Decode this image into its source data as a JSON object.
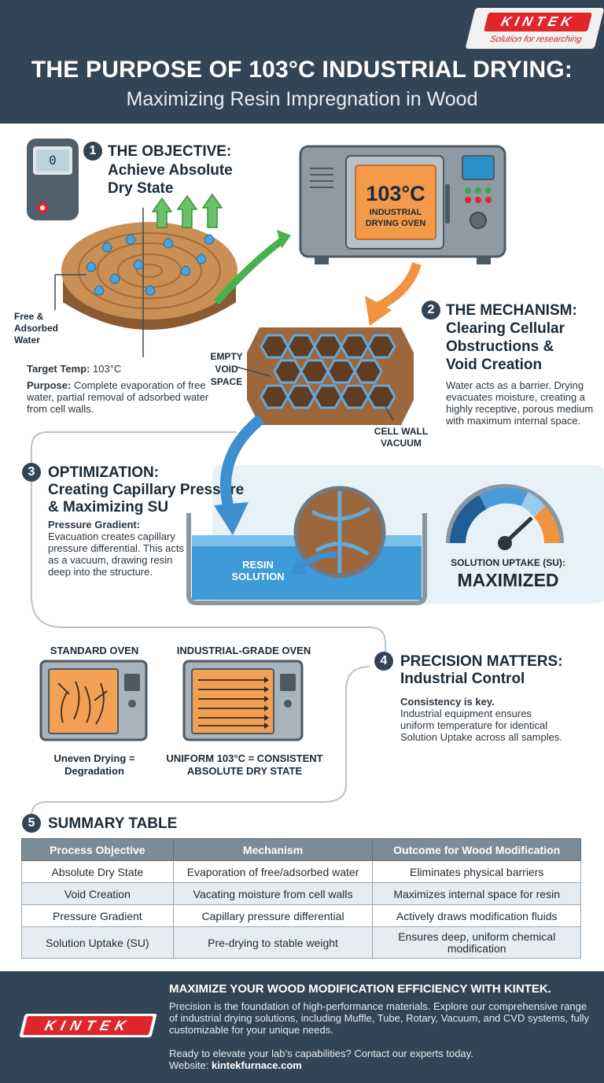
{
  "brand": {
    "logo_text": "KINTEK",
    "tagline": "Solution for researching",
    "red": "#e0262a",
    "navy": "#324556"
  },
  "header": {
    "title": "THE PURPOSE OF 103°C INDUSTRIAL DRYING:",
    "subtitle": "Maximizing Resin Impregnation in Wood"
  },
  "section1": {
    "number": "1",
    "title_line1": "THE OBJECTIVE:",
    "title_line2": "Achieve Absolute",
    "title_line3": "Dry State",
    "meter_display": "0",
    "wood_label_line1": "Free &",
    "wood_label_line2": "Adsorbed",
    "wood_label_line3": "Water",
    "target_label": "Target Temp:",
    "target_value": "103°C",
    "purpose_label": "Purpose:",
    "purpose_text": "Complete evaporation of free water, partial removal of adsorbed water from cell walls."
  },
  "oven": {
    "temp": "103°C",
    "label_line1": "INDUSTRIAL",
    "label_line2": "DRYING OVEN"
  },
  "section2": {
    "number": "2",
    "title_line1": "THE MECHANISM:",
    "title_line2": "Clearing Cellular",
    "title_line3": "Obstructions &",
    "title_line4": "Void Creation",
    "body": "Water acts as a barrier. Drying evacuates moisture, creating a highly receptive, porous medium with maximum internal space.",
    "label_void_line1": "EMPTY",
    "label_void_line2": "VOID",
    "label_void_line3": "SPACE",
    "label_wall_line1": "CELL WALL",
    "label_wall_line2": "VACUUM"
  },
  "section3": {
    "number": "3",
    "title_line1": "OPTIMIZATION:",
    "title_line2": "Creating Capillary Pressure",
    "title_line3": "& Maximizing SU",
    "gradient_label": "Pressure Gradient:",
    "body": "Evacuation creates capillary pressure differential. This acts as a vacuum, drawing resin deep into the structure.",
    "resin_line1": "RESIN",
    "resin_line2": "SOLUTION",
    "gauge_label": "SOLUTION UPTAKE (SU):",
    "gauge_value": "MAXIMIZED"
  },
  "section4": {
    "number": "4",
    "title_line1": "PRECISION MATTERS:",
    "title_line2": "Industrial Control",
    "standard_title": "STANDARD OVEN",
    "standard_caption_line1": "Uneven Drying =",
    "standard_caption_line2": "Degradation",
    "industrial_title": "INDUSTRIAL-GRADE OVEN",
    "industrial_caption_line1": "UNIFORM 103°C = CONSISTENT",
    "industrial_caption_line2": "ABSOLUTE DRY STATE",
    "key_label": "Consistency is key.",
    "body": "Industrial equipment ensures uniform temperature for identical Solution Uptake across all samples."
  },
  "section5": {
    "number": "5",
    "title": "SUMMARY TABLE",
    "headers": [
      "Process Objective",
      "Mechanism",
      "Outcome for Wood Modification"
    ],
    "rows": [
      [
        "Absolute Dry State",
        "Evaporation of free/adsorbed water",
        "Eliminates physical barriers"
      ],
      [
        "Void Creation",
        "Vacating moisture from cell walls",
        "Maximizes internal space for resin"
      ],
      [
        "Pressure Gradient",
        "Capillary pressure differential",
        "Actively draws modification fluids"
      ],
      [
        "Solution Uptake (SU)",
        "Pre-drying to stable weight",
        "Ensures deep, uniform chemical modification"
      ]
    ]
  },
  "footer": {
    "title": "MAXIMIZE YOUR WOOD MODIFICATION EFFICIENCY WITH KINTEK.",
    "body": "Precision is the foundation of high-performance materials. Explore our comprehensive range of industrial drying solutions, including Muffle, Tube, Rotary, Vacuum, and CVD systems, fully customizable for your unique needs.",
    "cta": "Ready to elevate your lab’s capabilities? Contact our experts today.",
    "website_label": "Website:",
    "website": "kintekfurnace.com"
  }
}
